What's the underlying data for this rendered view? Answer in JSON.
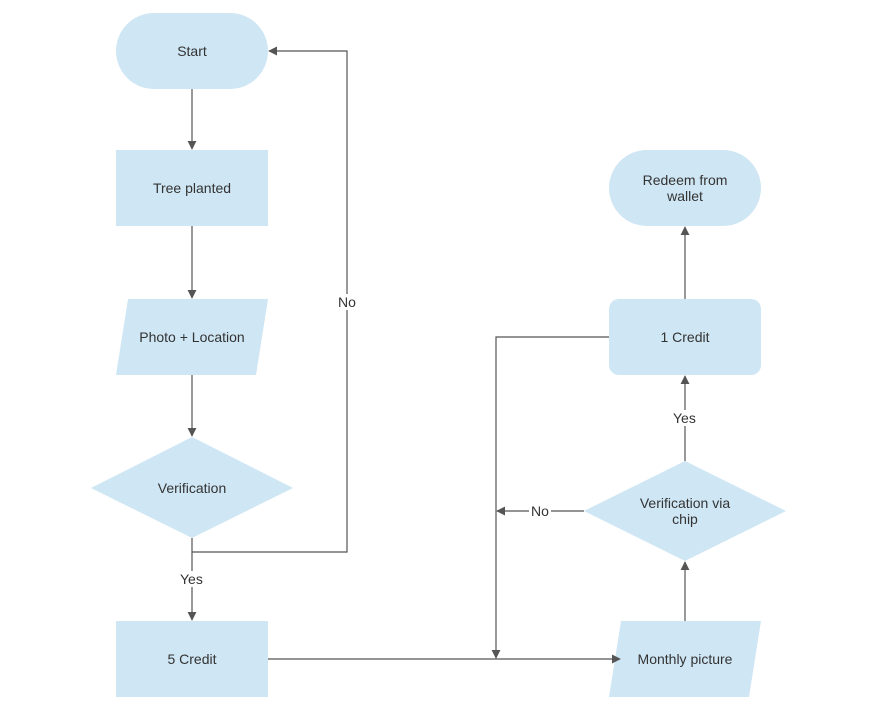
{
  "colors": {
    "node_fill": "#cfe6f4",
    "edge": "#555555",
    "text": "#333333"
  },
  "nodes": {
    "start": "Start",
    "tree_planted": "Tree planted",
    "photo_location": "Photo + Location",
    "verification": "Verification",
    "five_credit": "5 Credit",
    "monthly_picture": "Monthly picture",
    "verification_chip": "Verification via\nchip",
    "one_credit": "1 Credit",
    "redeem": "Redeem from\nwallet"
  },
  "edge_labels": {
    "verification_no": "No",
    "verification_yes": "Yes",
    "chip_yes": "Yes",
    "chip_no": "No"
  }
}
